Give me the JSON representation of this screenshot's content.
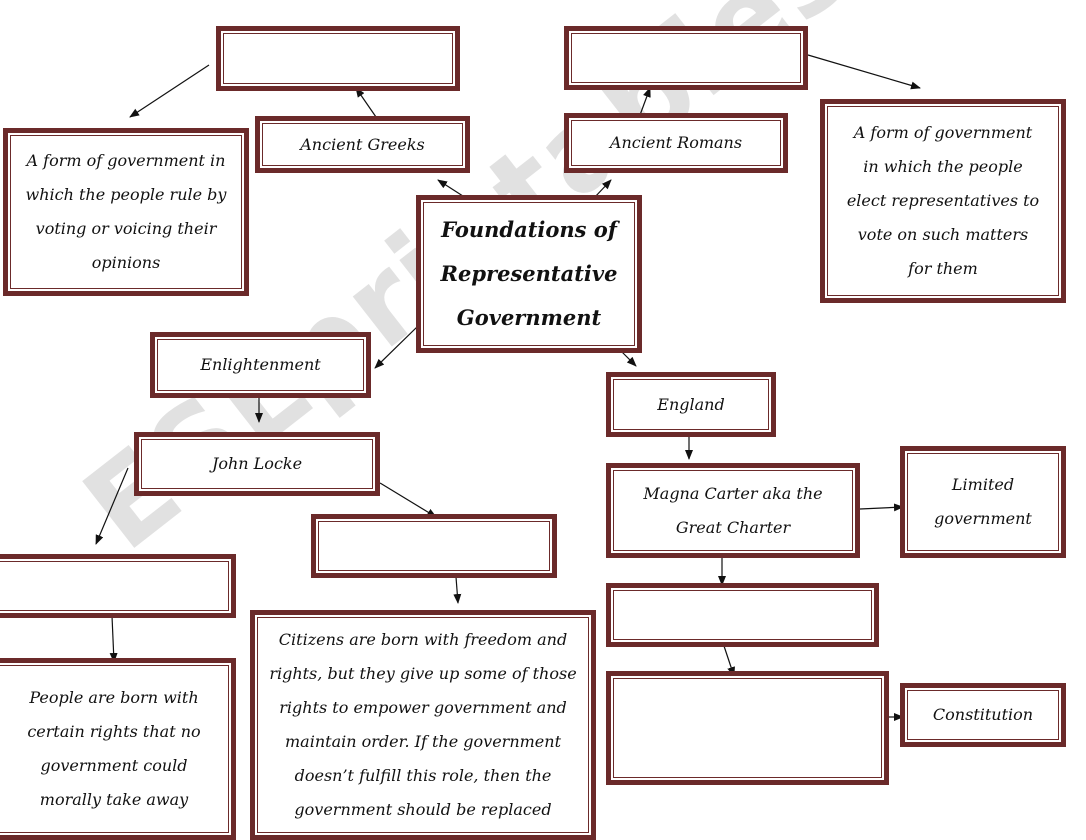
{
  "title": "Foundations of Representative Government",
  "nodes": {
    "ancient_greeks": "Ancient Greeks",
    "ancient_romans": "Ancient Romans",
    "greek_definition": "A form of government in which the people rule by voting or voicing their opinions",
    "roman_definition": "A form of government in which the people elect representatives to vote on such matters for them",
    "enlightenment": "Enlightenment",
    "john_locke": "John Locke",
    "locke_rights": "People are born with certain rights that no government could morally take away",
    "locke_contract": "Citizens are born with freedom and rights, but they give up some of those rights to empower government and maintain order. If the government doesn’t fulfill this role, then the government should be replaced",
    "england": "England",
    "magna_carta": "Magna Carter aka the Great Charter",
    "limited_government": "Limited government",
    "constitution": "Constitution"
  },
  "watermark": "ESLprintables.com",
  "colors": {
    "box_border": "#6b2a2a",
    "arrow": "#111111"
  }
}
